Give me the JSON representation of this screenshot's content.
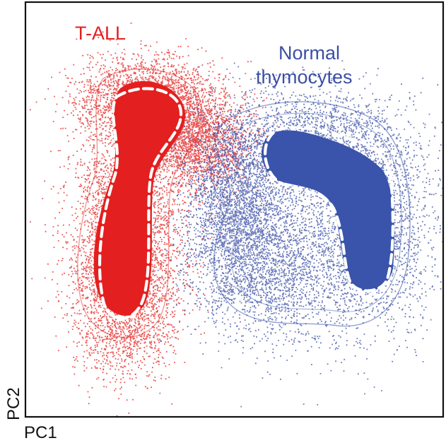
{
  "chart_data": {
    "type": "scatter",
    "title": "",
    "xlabel": "PC1",
    "ylabel": "PC2",
    "grid": false,
    "series": [
      {
        "name": "T-ALL",
        "label": "T-ALL",
        "color": "#e3201f"
      },
      {
        "name": "Normal thymocytes",
        "label_lines": [
          "Normal",
          "thymocytes"
        ],
        "color": "#3b4fa6"
      }
    ]
  }
}
